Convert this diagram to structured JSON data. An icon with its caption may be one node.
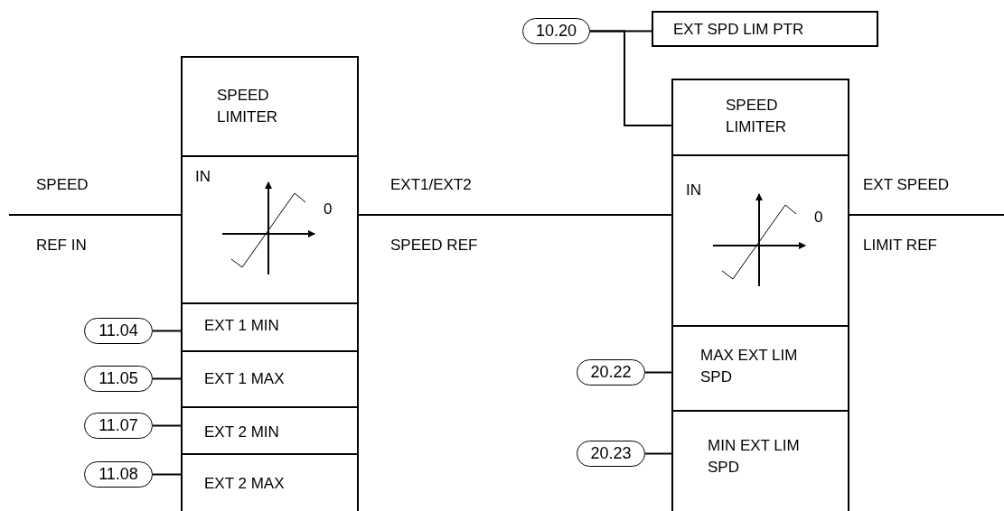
{
  "diagram": {
    "nodes": [
      {
        "text": [
          "10.20"
        ]
      },
      {
        "text": [
          "EXT SPD LIM PTR"
        ]
      },
      {
        "text": [
          "SPEED LIMITER"
        ]
      },
      {
        "text": [
          "IN",
          "0"
        ]
      },
      {
        "text": [
          "EXT 1 MIN"
        ]
      },
      {
        "text": [
          "EXT 1 MAX"
        ]
      },
      {
        "text": [
          "EXT 2 MIN"
        ]
      },
      {
        "text": [
          "EXT 2 MAX"
        ]
      },
      {
        "text": [
          "SPEED LIMITER"
        ]
      },
      {
        "text": [
          "IN",
          "0"
        ]
      },
      {
        "text": [
          "MAX EXT LIM SPD"
        ]
      },
      {
        "text": [
          "MIN EXT LIM SPD"
        ]
      },
      {
        "text": [
          "11.04"
        ]
      },
      {
        "text": [
          "11.05"
        ]
      },
      {
        "text": [
          "11.07"
        ]
      },
      {
        "text": [
          "11.08"
        ]
      },
      {
        "text": [
          "20.22"
        ]
      },
      {
        "text": [
          "20.23"
        ]
      }
    ],
    "edges": [
      {
        "from": 0,
        "to": 1,
        "arrow": "none"
      },
      {
        "from": 0,
        "to": 8,
        "arrow": "none"
      },
      {
        "from": null,
        "to": 3,
        "arrow": "none"
      },
      {
        "from": 3,
        "to": 9,
        "arrow": "none"
      },
      {
        "from": 9,
        "to": null,
        "arrow": "none"
      },
      {
        "from": 12,
        "to": 4,
        "arrow": "none"
      },
      {
        "from": 13,
        "to": 5,
        "arrow": "none"
      },
      {
        "from": 14,
        "to": 6,
        "arrow": "none"
      },
      {
        "from": 15,
        "to": 7,
        "arrow": "none"
      },
      {
        "from": 16,
        "to": 10,
        "arrow": "none"
      },
      {
        "from": 17,
        "to": 11,
        "arrow": "none"
      }
    ],
    "labels": [
      "SPEED",
      "REF IN",
      "EXT1/EXT2",
      "SPEED REF",
      "EXT SPEED",
      "LIMIT REF"
    ]
  }
}
